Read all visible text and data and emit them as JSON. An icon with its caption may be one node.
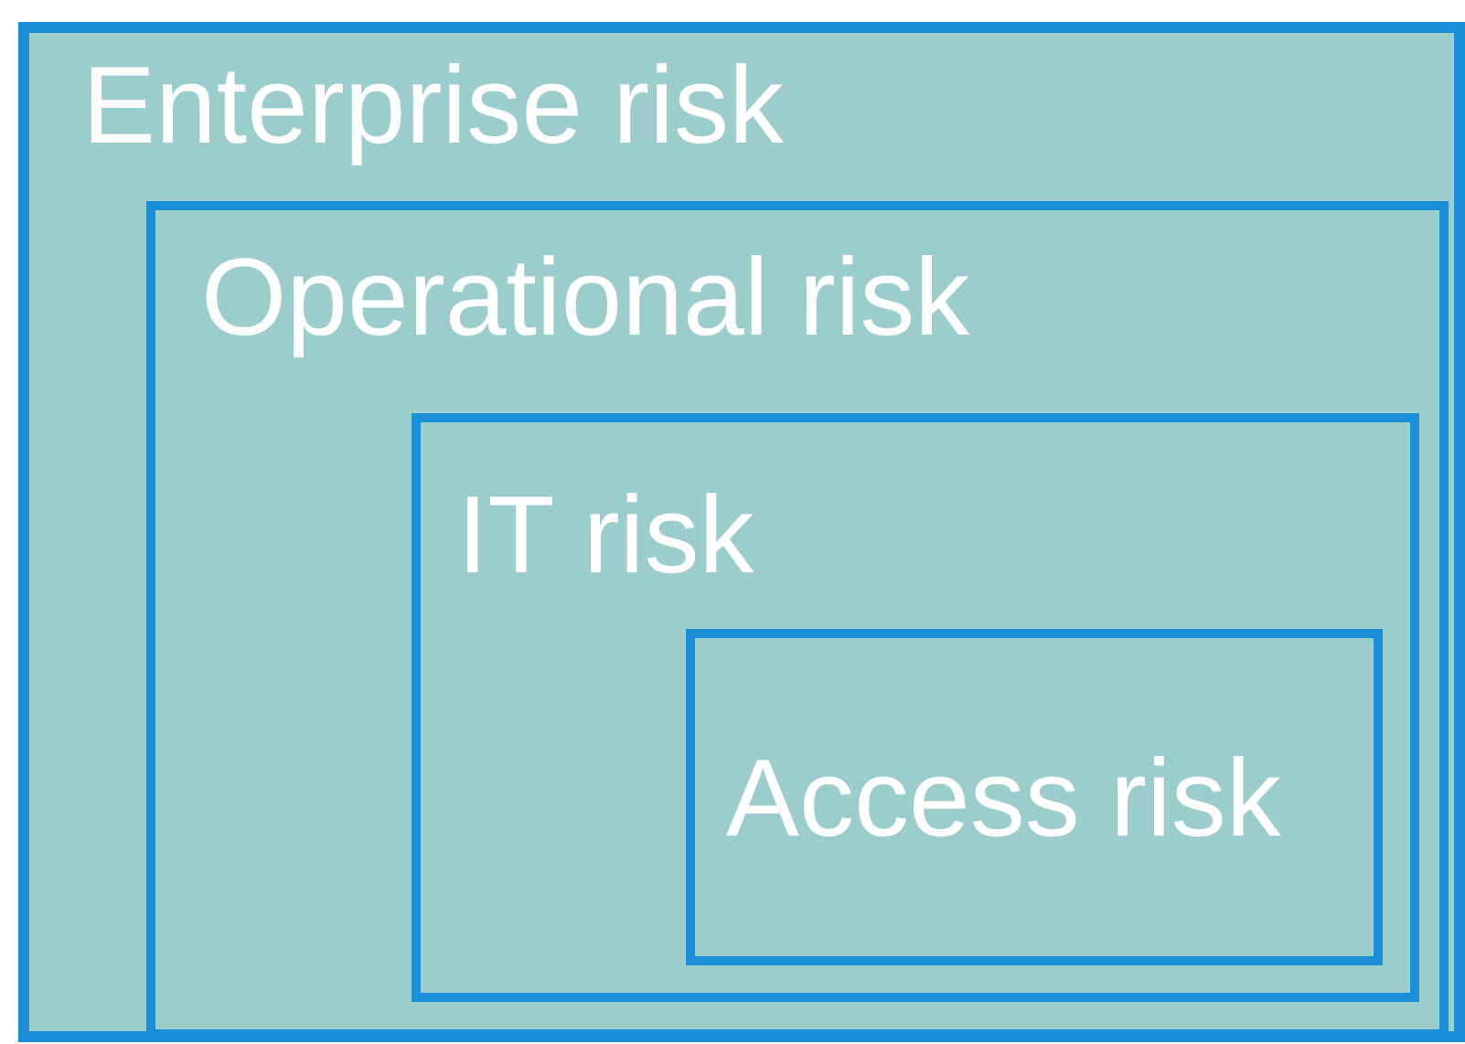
{
  "diagram": {
    "nodes": [
      {
        "text": [
          "Enterprise risk"
        ]
      },
      {
        "text": [
          "Operational risk"
        ],
        "in": 0
      },
      {
        "text": [
          "IT risk"
        ],
        "in": 1
      },
      {
        "text": [
          "Access risk"
        ],
        "in": 2
      }
    ]
  }
}
